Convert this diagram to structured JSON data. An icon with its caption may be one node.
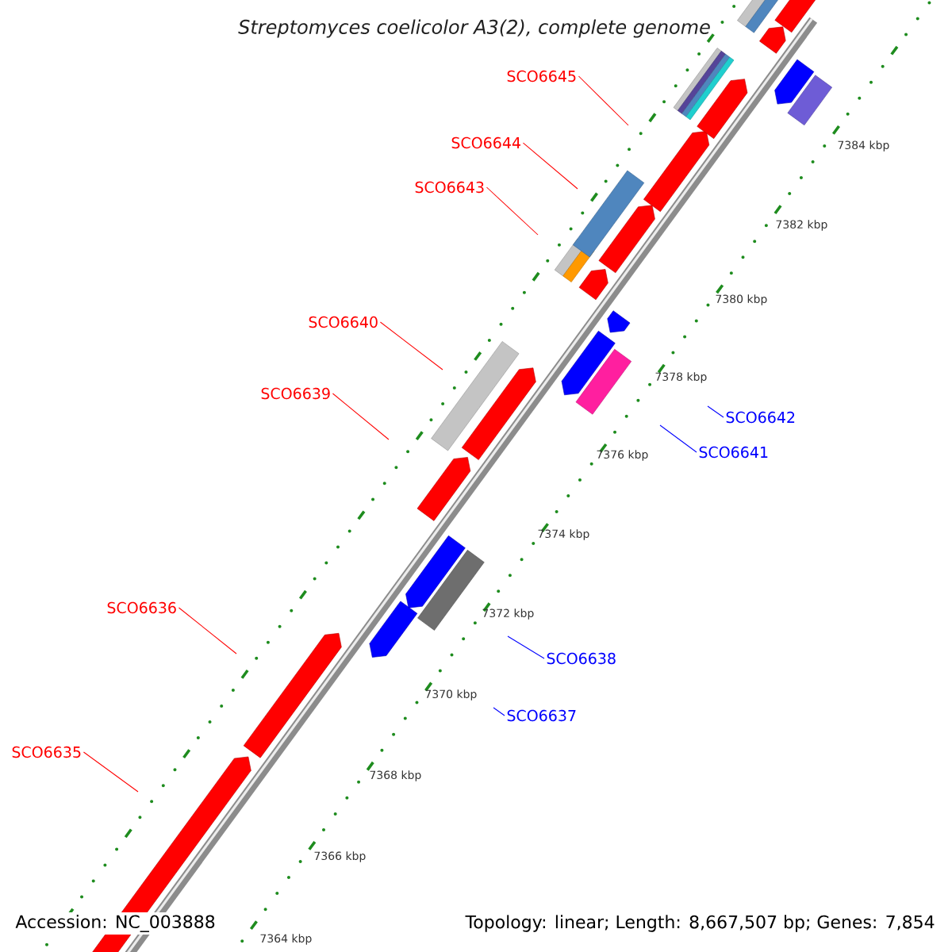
{
  "diagram": {
    "title": "Streptomyces coelicolor A3(2), complete genome",
    "nodes": [
      {
        "text": [
          "SCO6645"
        ]
      },
      {
        "text": [
          "SCO6644"
        ]
      },
      {
        "text": [
          "SCO6643"
        ]
      },
      {
        "text": [
          "SCO6640"
        ]
      },
      {
        "text": [
          "SCO6642"
        ]
      },
      {
        "text": [
          "SCO6641"
        ]
      },
      {
        "text": [
          "SCO6639"
        ]
      },
      {
        "text": [
          "SCO6638"
        ]
      },
      {
        "text": [
          "SCO6637"
        ]
      },
      {
        "text": [
          "SCO6636"
        ]
      },
      {
        "text": [
          "SCO6635"
        ]
      }
    ],
    "edges": [
      {
        "from": 0,
        "to": null,
        "arrow": "none"
      },
      {
        "from": 1,
        "to": null,
        "arrow": "none"
      },
      {
        "from": 2,
        "to": null,
        "arrow": "none"
      },
      {
        "from": 3,
        "to": null,
        "arrow": "none"
      },
      {
        "from": 4,
        "to": null,
        "arrow": "none",
        "color": "#0000ff"
      },
      {
        "from": 5,
        "to": null,
        "arrow": "none",
        "color": "#0000ff"
      },
      {
        "from": 6,
        "to": null,
        "arrow": "none"
      },
      {
        "from": 7,
        "to": null,
        "arrow": "none",
        "color": "#0000ff"
      },
      {
        "from": 8,
        "to": null,
        "arrow": "none",
        "color": "#0000ff"
      },
      {
        "from": 9,
        "to": null,
        "arrow": "none"
      },
      {
        "from": 10,
        "to": null,
        "arrow": "none"
      }
    ],
    "labels": [
      "7384 kbp",
      "7382 kbp",
      "7380 kbp",
      "7378 kbp",
      "7376 kbp",
      "7374 kbp",
      "7372 kbp",
      "7370 kbp",
      "7368 kbp",
      "7366 kbp",
      "7364 kbp",
      "Accession: NC_003888",
      "Topology: linear; Length: 8,667,507 bp; Genes: 7,854"
    ]
  }
}
